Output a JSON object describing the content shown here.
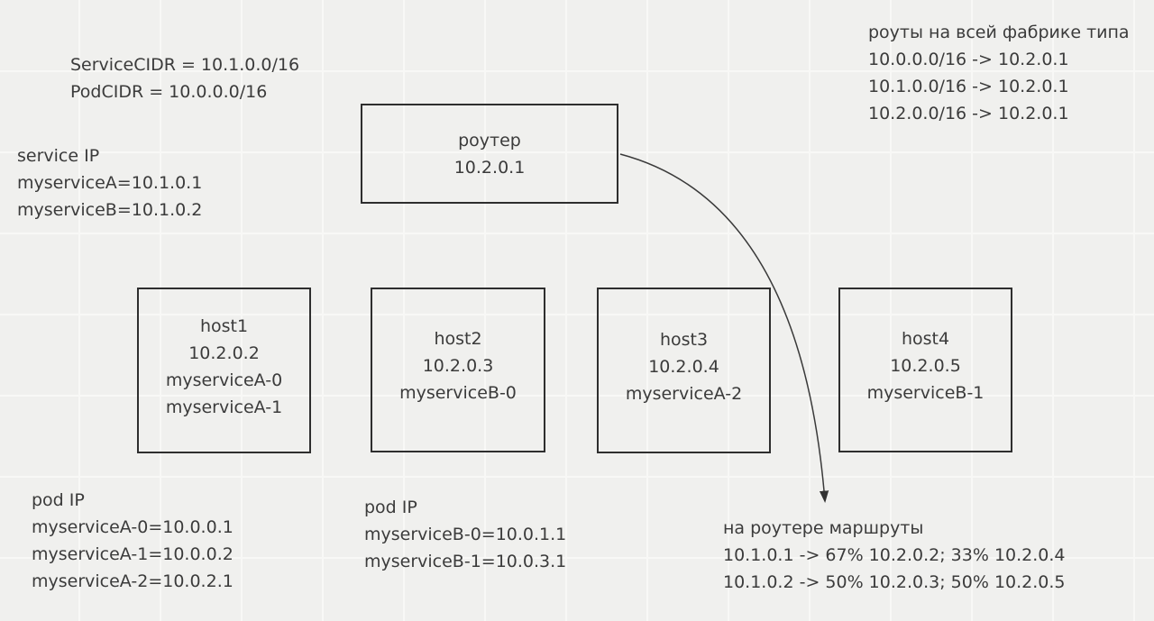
{
  "canvas": {
    "background_color": "#f0f0ee",
    "grid_line_color": "#f8f8f6",
    "ink_color": "#3b3b3b",
    "box_border_color": "#2e2e2e"
  },
  "notes": {
    "cidr": {
      "lines": [
        "ServiceCIDR = 10.1.0.0/16",
        "PodCIDR = 10.0.0.0/16"
      ]
    },
    "service_ip": {
      "lines": [
        "service IP",
        "myserviceA=10.1.0.1",
        "myserviceB=10.1.0.2"
      ]
    },
    "fabric_routes": {
      "lines": [
        "роуты на всей фабрике типа",
        "10.0.0.0/16 -> 10.2.0.1",
        "10.1.0.0/16 -> 10.2.0.1",
        "10.2.0.0/16 -> 10.2.0.1"
      ]
    },
    "pod_ip_a": {
      "lines": [
        "pod IP",
        "myserviceA-0=10.0.0.1",
        "myserviceA-1=10.0.0.2",
        "myserviceA-2=10.0.2.1"
      ]
    },
    "pod_ip_b": {
      "lines": [
        "pod IP",
        "myserviceB-0=10.0.1.1",
        "myserviceB-1=10.0.3.1"
      ]
    },
    "router_routes": {
      "lines": [
        "на роутере маршруты",
        "10.1.0.1 -> 67% 10.2.0.2; 33% 10.2.0.4",
        "10.1.0.2 -> 50% 10.2.0.3; 50% 10.2.0.5"
      ]
    }
  },
  "boxes": {
    "router": {
      "lines": [
        "роутер",
        "10.2.0.1"
      ]
    },
    "host1": {
      "lines": [
        "host1",
        "10.2.0.2",
        "myserviceA-0",
        "myserviceA-1"
      ]
    },
    "host2": {
      "lines": [
        "host2",
        "10.2.0.3",
        "myserviceB-0"
      ]
    },
    "host3": {
      "lines": [
        "host3",
        "10.2.0.4",
        "myserviceA-2"
      ]
    },
    "host4": {
      "lines": [
        "host4",
        "10.2.0.5",
        "myserviceB-1"
      ]
    }
  }
}
